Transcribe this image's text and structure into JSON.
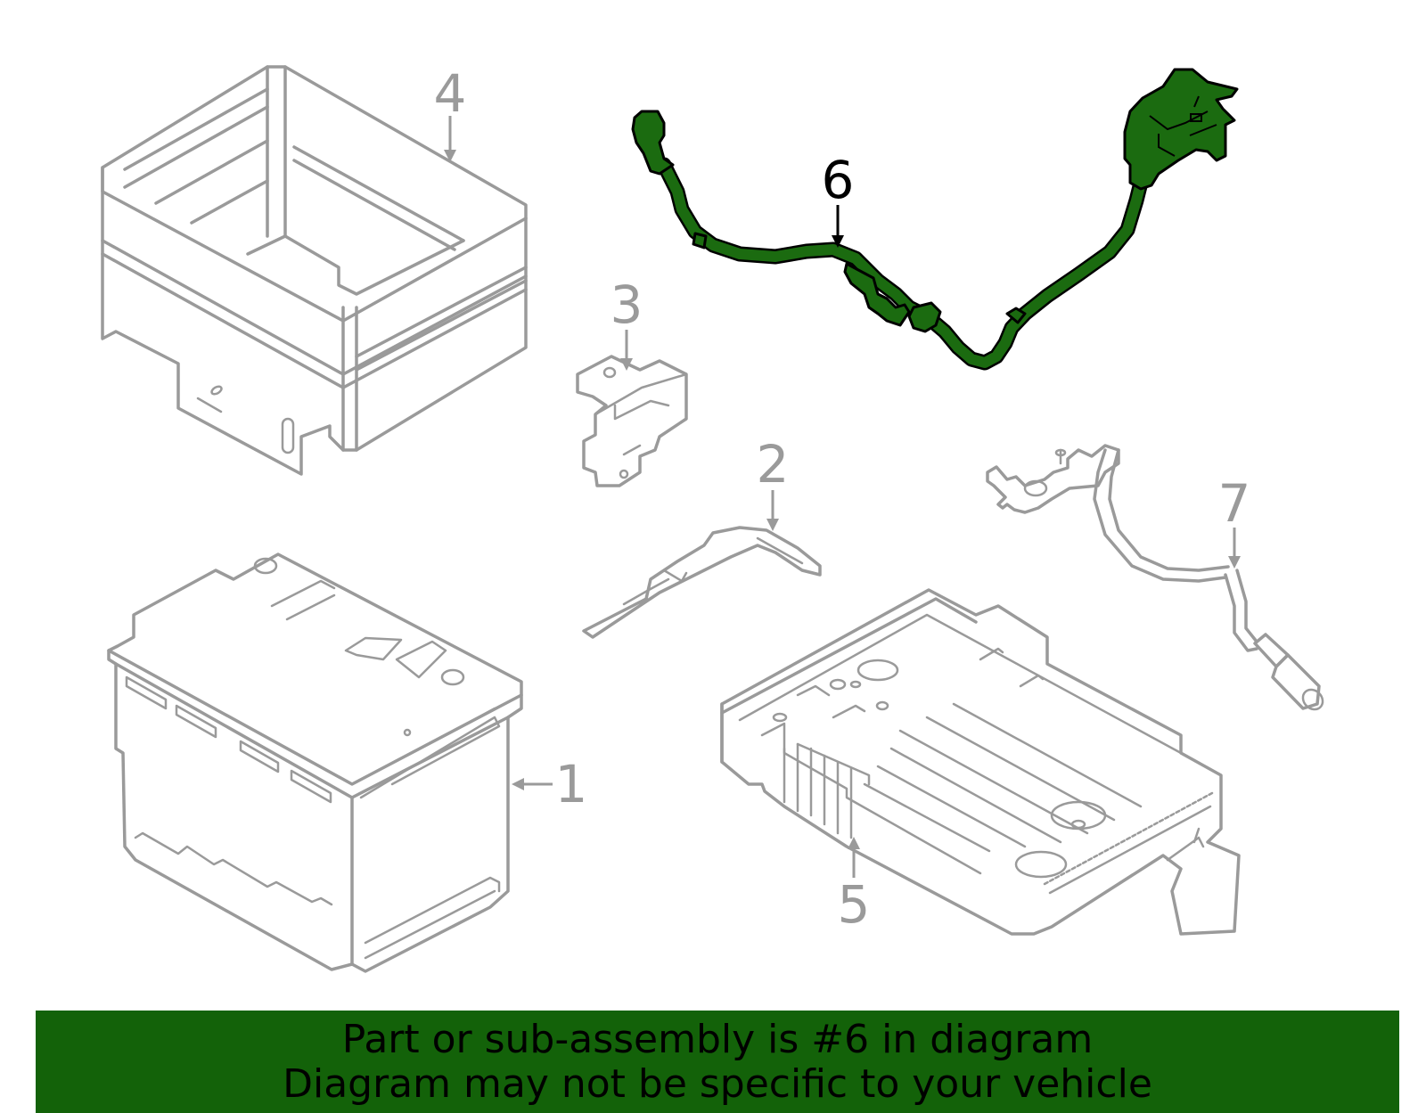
{
  "callouts": [
    {
      "id": "1",
      "label": "1"
    },
    {
      "id": "2",
      "label": "2"
    },
    {
      "id": "3",
      "label": "3"
    },
    {
      "id": "4",
      "label": "4"
    },
    {
      "id": "5",
      "label": "5"
    },
    {
      "id": "6",
      "label": "6"
    },
    {
      "id": "7",
      "label": "7"
    }
  ],
  "highlighted_part": "6",
  "colors": {
    "highlight_fill": "#1b6b10",
    "banner_background": "#136209",
    "part_stroke": "#9a9a9a",
    "text_dark": "#000000"
  },
  "banner": {
    "line1": "Part or sub-assembly is #6 in diagram",
    "line2": "Diagram may not be specific to your vehicle"
  }
}
